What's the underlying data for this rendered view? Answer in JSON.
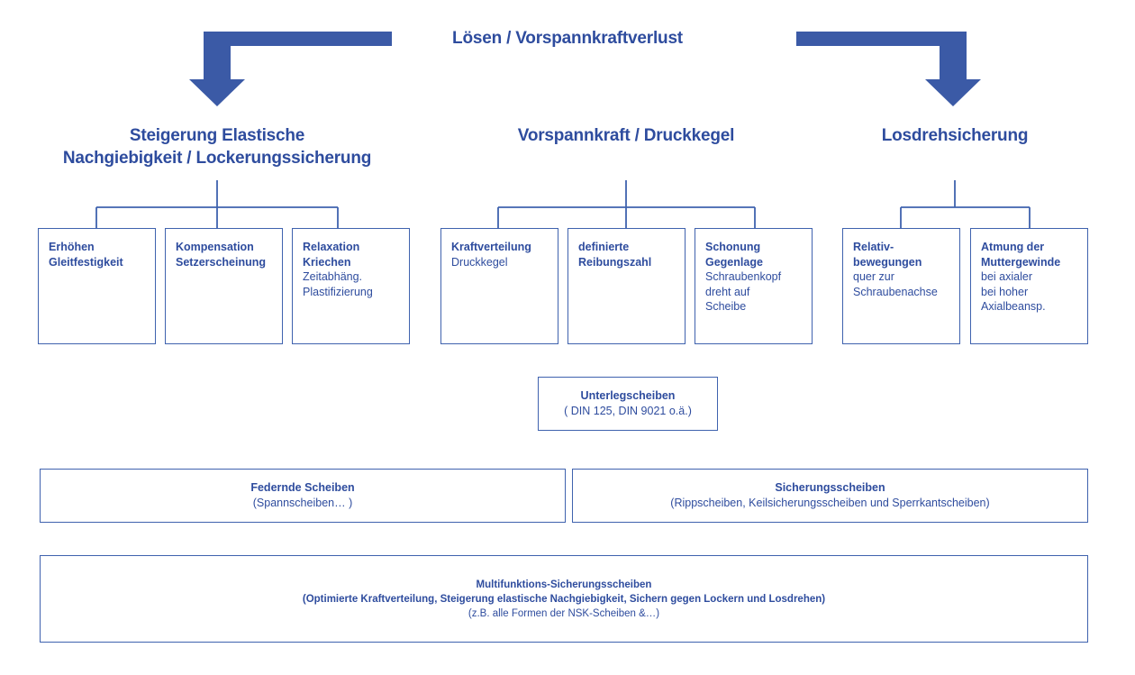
{
  "diagram": {
    "title": "Lösen / Vorspannkraftverlust",
    "accent_color": "#2e4c9e",
    "box_border_color": "#3f62ae",
    "arrow_color": "#3b5aa6"
  },
  "groups": [
    {
      "id": "group-left",
      "heading_line1": "Steigerung Elastische",
      "heading_line2": "Nachgiebigkeit / Lockerungssicherung",
      "boxes": [
        {
          "id": "box-erhoehen-gleitfestigkeit",
          "bold_lines": [
            "Erhöhen",
            "Gleitfestigkeit"
          ],
          "regular_lines": []
        },
        {
          "id": "box-kompensation-setzerscheinung",
          "bold_lines": [
            "Kompensation",
            "Setzerscheinung"
          ],
          "regular_lines": []
        },
        {
          "id": "box-relaxation-kriechen",
          "bold_lines": [
            "Relaxation",
            "Kriechen"
          ],
          "regular_lines": [
            "Zeitabhäng.",
            "Plastifizierung"
          ]
        }
      ]
    },
    {
      "id": "group-middle",
      "heading_line1": "Vorspannkraft / Druckkegel",
      "heading_line2": "",
      "boxes": [
        {
          "id": "box-kraftverteilung",
          "bold_lines": [
            "Kraftverteilung"
          ],
          "regular_lines": [
            "Druckkegel"
          ]
        },
        {
          "id": "box-definierte-reibungszahl",
          "bold_lines": [
            "definierte",
            "Reibungszahl"
          ],
          "regular_lines": []
        },
        {
          "id": "box-schonung-gegenlage",
          "bold_lines": [
            "Schonung",
            "Gegenlage"
          ],
          "regular_lines": [
            "Schraubenkopf",
            "dreht auf",
            "Scheibe"
          ]
        }
      ]
    },
    {
      "id": "group-right",
      "heading_line1": "Losdrehsicherung",
      "heading_line2": "",
      "boxes": [
        {
          "id": "box-relativbewegungen",
          "bold_lines": [
            "Relativ-",
            "bewegungen"
          ],
          "regular_lines": [
            "quer zur",
            "Schraubenachse"
          ]
        },
        {
          "id": "box-atmung-muttergewinde",
          "bold_lines": [
            "Atmung der",
            "Muttergewinde"
          ],
          "regular_lines": [
            "bei axialer",
            "bei hoher",
            "Axialbeansp."
          ]
        }
      ]
    }
  ],
  "summary_boxes": {
    "unterlegscheiben": {
      "title": "Unterlegscheiben",
      "subtitle": "( DIN 125, DIN 9021 o.ä.)"
    },
    "federnde_scheiben": {
      "title": "Federnde Scheiben",
      "subtitle": "(Spannscheiben… )"
    },
    "sicherungsscheiben": {
      "title": "Sicherungsscheiben",
      "subtitle": "(Rippscheiben, Keilsicherungsscheiben und Sperrkantscheiben)"
    },
    "multifunktions": {
      "title": "Multifunktions-Sicherungsscheiben",
      "subtitle": "(Optimierte Kraftverteilung, Steigerung elastische Nachgiebigkeit, Sichern gegen Lockern und Losdrehen)",
      "note": "(z.B. alle Formen der NSK-Scheiben &…)"
    }
  },
  "arrows": [
    {
      "id": "arrow-left",
      "direction": "down-left",
      "label": "elbow-arrow-left"
    },
    {
      "id": "arrow-right",
      "direction": "down-right",
      "label": "elbow-arrow-right"
    }
  ]
}
